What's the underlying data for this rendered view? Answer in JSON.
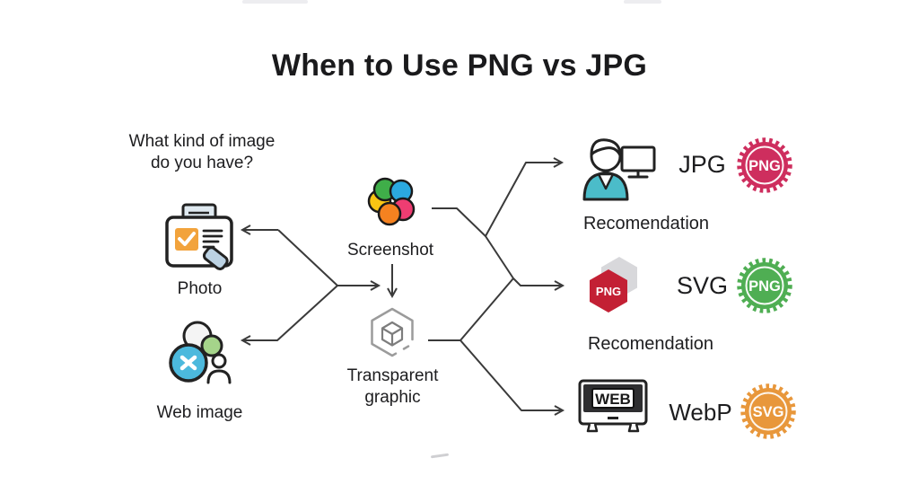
{
  "title": "When to Use PNG vs JPG",
  "left": {
    "question_line1": "What kind of image",
    "question_line2": "do you have?",
    "photo_label": "Photo",
    "web_image_label": "Web image"
  },
  "middle": {
    "screenshot_label": "Screenshot",
    "transparent_line1": "Transparent",
    "transparent_line2": "graphic"
  },
  "results": {
    "jpg": {
      "format": "JPG",
      "note": "Recomendation",
      "badge_text": "PNG",
      "badge_color": "#ce2e5e"
    },
    "svg": {
      "format": "SVG",
      "note": "Recomendation",
      "badge_text": "PNG",
      "badge_color": "#4fae53"
    },
    "webp": {
      "format": "WebP",
      "badge_text": "SVG",
      "badge_color": "#e8973b"
    }
  },
  "icons": {
    "web_monitor_text": "WEB",
    "png_hexagon_text": "PNG",
    "flower": {
      "green": "#3fae49",
      "blue": "#2ba9e0",
      "pink": "#ee3d72",
      "orange": "#f58220",
      "yellow": "#f9c513"
    },
    "photo": {
      "checkbox_orange": "#f2a33c",
      "tag_blue": "#bcd2e3"
    },
    "web_image": {
      "blue_circle": "#4cb9dd",
      "green_circle": "#a5d48a"
    },
    "person": {
      "suit_teal": "#4bbcc9"
    },
    "hexagon_red": "#c32034",
    "arrow_color": "#3a3a3a"
  }
}
